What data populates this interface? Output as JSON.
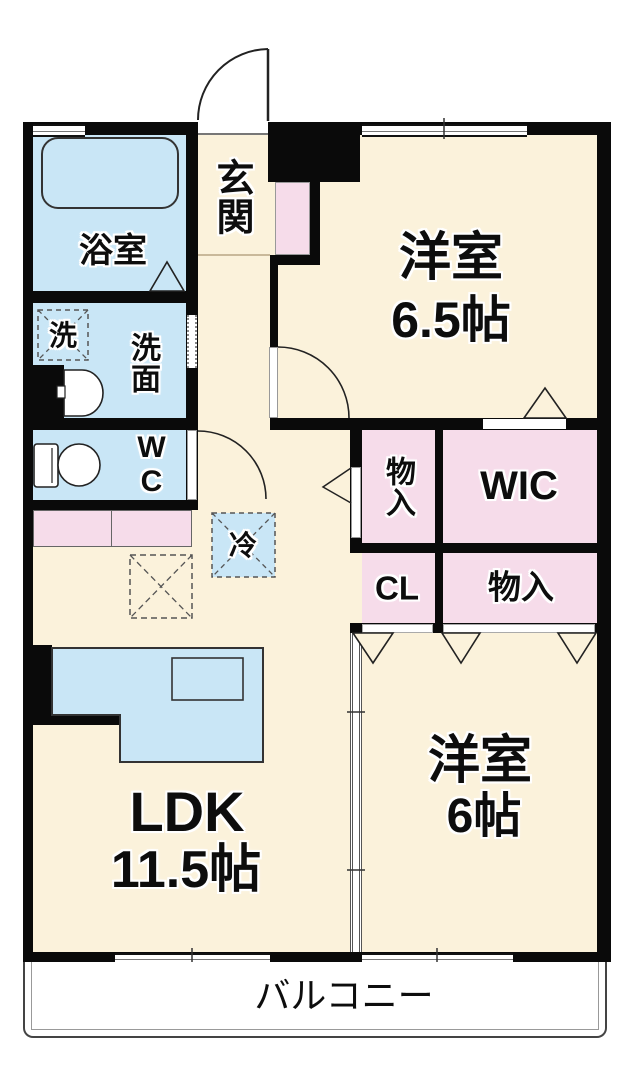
{
  "rooms": {
    "bathroom": {
      "label": "浴室"
    },
    "entrance": {
      "label": "玄関"
    },
    "western_room_1": {
      "label": "洋室",
      "size": "6.5帖"
    },
    "washer_space": {
      "label": "洗"
    },
    "washroom": {
      "label": "洗面"
    },
    "toilet": {
      "label": "WC"
    },
    "storage_upper": {
      "label": "物入"
    },
    "walk_in_closet": {
      "label": "WIC"
    },
    "closet": {
      "label": "CL"
    },
    "storage_lower": {
      "label": "物入"
    },
    "refrigerator_space": {
      "label": "冷"
    },
    "ldk": {
      "label": "LDK",
      "size": "11.5帖"
    },
    "western_room_2": {
      "label": "洋室",
      "size": "6帖"
    },
    "balcony": {
      "label": "バルコニー"
    }
  },
  "colors": {
    "room_cream": "#FBF2DB",
    "wet_area_blue": "#C9E6F6",
    "storage_pink": "#F6DCEA",
    "wall_black": "#0A0A0A"
  }
}
